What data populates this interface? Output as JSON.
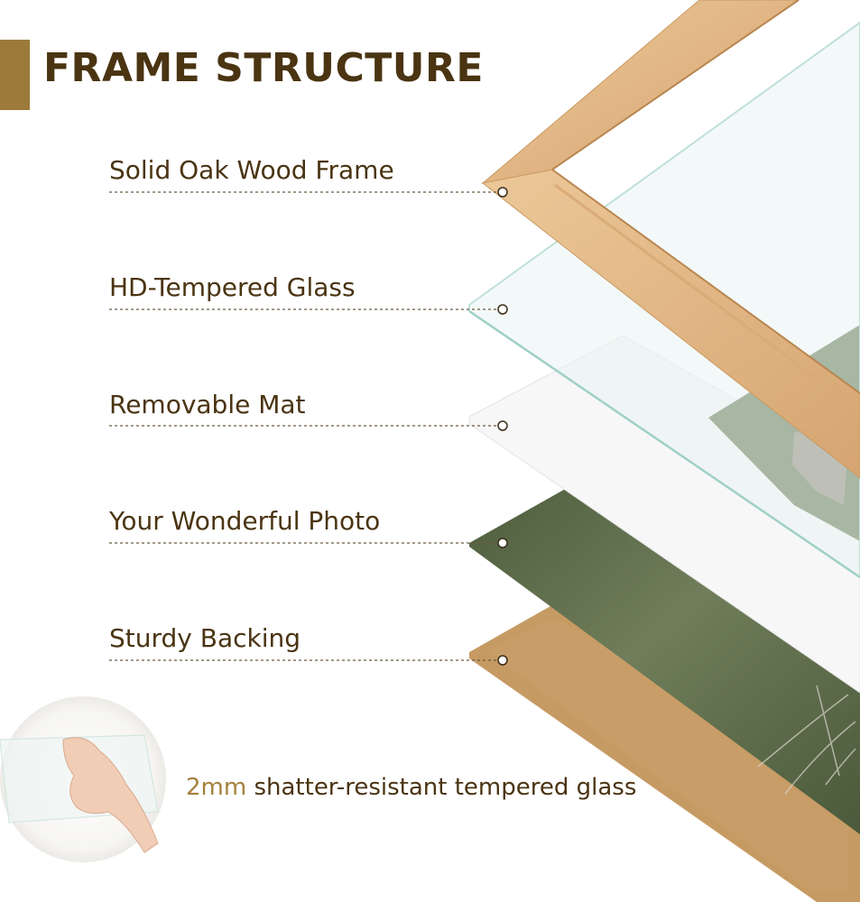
{
  "title": "FRAME STRUCTURE",
  "layers": [
    {
      "label": "Solid Oak Wood Frame"
    },
    {
      "label": "HD-Tempered Glass"
    },
    {
      "label": "Removable Mat"
    },
    {
      "label": "Your Wonderful Photo"
    },
    {
      "label": "Sturdy Backing"
    }
  ],
  "note": {
    "highlight": "2mm",
    "text": "shatter-resistant tempered glass"
  },
  "colors": {
    "accent_bar": "#9b7a3a",
    "heading_text": "#4a3412",
    "highlight_text": "#a6813e",
    "oak": "#e2b987",
    "backing": "#c69a63",
    "photo_green": "#5e6f4c"
  }
}
